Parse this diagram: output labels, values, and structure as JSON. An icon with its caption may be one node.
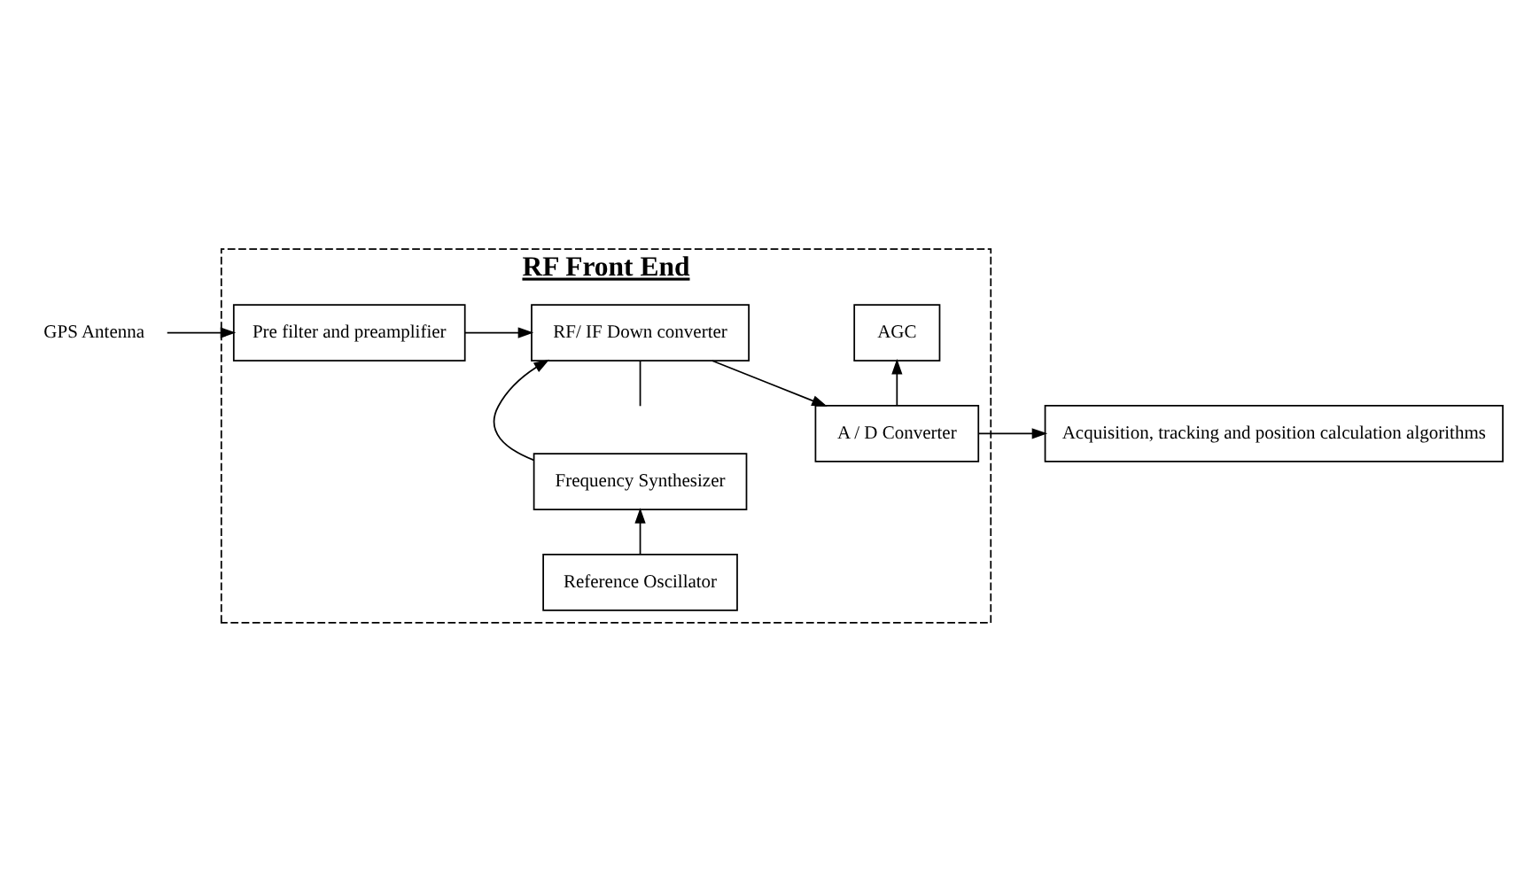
{
  "diagram": {
    "nodes": [
      {
        "text": [
          "GPS Antenna"
        ]
      },
      {
        "text": [
          "RF Front End"
        ]
      },
      {
        "text": [
          "Pre filter and preamplifier"
        ],
        "in": 1
      },
      {
        "text": [
          "RF/ IF Down converter"
        ],
        "in": 1
      },
      {
        "text": [
          "AGC"
        ],
        "in": 1
      },
      {
        "text": [
          "A / D Converter"
        ],
        "in": 1
      },
      {
        "text": [
          "Frequency Synthesizer"
        ],
        "in": 1
      },
      {
        "text": [
          "Reference Oscillator"
        ],
        "in": 1
      },
      {
        "text": [
          "Acquisition, tracking and position calculation algorithms"
        ]
      }
    ],
    "edges": [
      {
        "from": 0,
        "to": 2,
        "arrow": "to"
      },
      {
        "from": 2,
        "to": 3,
        "arrow": "to"
      },
      {
        "from": 3,
        "to": 5,
        "arrow": "to"
      },
      {
        "from": 5,
        "to": 4,
        "arrow": "to"
      },
      {
        "from": null,
        "to": 3,
        "arrow": "none"
      },
      {
        "from": 6,
        "to": 3,
        "arrow": "to"
      },
      {
        "from": 7,
        "to": 6,
        "arrow": "to"
      },
      {
        "from": 5,
        "to": 8,
        "arrow": "to"
      }
    ]
  }
}
